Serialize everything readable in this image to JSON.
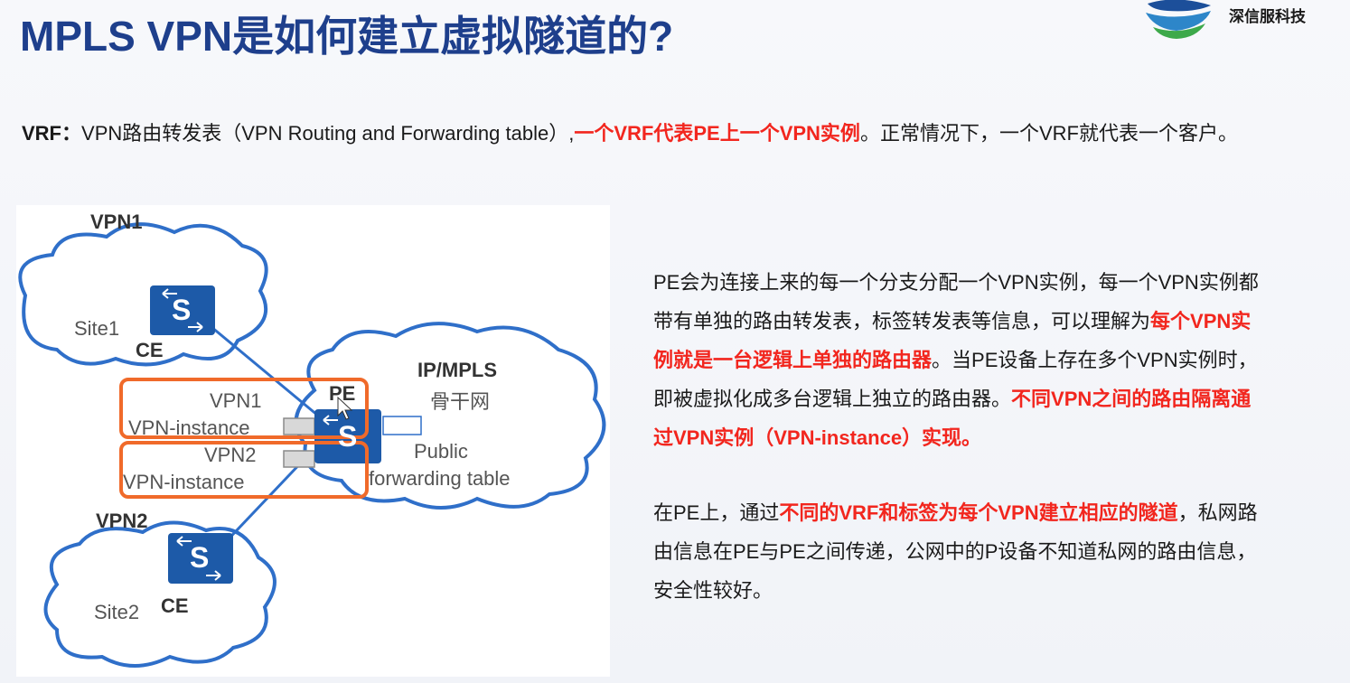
{
  "title": "MPLS VPN是如何建立虚拟隧道的?",
  "logo": {
    "name": "深信服科技",
    "icon": "sangfor-globe-logo"
  },
  "vrf": {
    "term": "VRF",
    "colon": "：",
    "definition": "VPN路由转发表（VPN Routing and Forwarding table）,",
    "highlight": "一个VRF代表PE上一个VPN实例",
    "rest": "。正常情况下，一个VRF就代表一个客户。"
  },
  "diagram": {
    "vpn1_title": "VPN1",
    "vpn2_title": "VPN2",
    "site1": "Site1",
    "site2": "Site2",
    "ce1": "CE",
    "ce2": "CE",
    "backbone_line1": "IP/MPLS",
    "backbone_line2": "骨干网",
    "pe": "PE",
    "vpn1_instance_line1": "VPN1",
    "vpn1_instance_line2": "VPN-instance",
    "vpn2_instance_line1": "VPN2",
    "vpn2_instance_line2": "VPN-instance",
    "public_line1": "Public",
    "public_line2": "forwarding table",
    "router_glyph": "S",
    "colors": {
      "cloud_stroke": "#2f6fc9",
      "router_fill": "#1d5aa8",
      "highlight_box": "#f06a2a"
    }
  },
  "paragraph1": {
    "line1": "PE会为连接上来的每一个分支分配一个VPN实例，每一个VPN实例都",
    "line2_plain": "带有单独的路由转发表，标签转发表等信息，可以理解为",
    "line2_red": "每个VPN实",
    "line3_red": "例就是一台逻辑上单独的路由器",
    "line3_plain": "。当PE设备上存在多个VPN实例时，",
    "line4_plain": "即被虚拟化成多台逻辑上独立的路由器。",
    "line4_red": "不同VPN之间的路由隔离通",
    "line5_red": "过VPN实例（VPN-instance）实现。"
  },
  "paragraph2": {
    "line1_plain_a": "在PE上，通过",
    "line1_red": "不同的VRF和标签为每个VPN建立相应的隧道",
    "line1_plain_b": "，私网路",
    "line2": "由信息在PE与PE之间传递，公网中的P设备不知道私网的路由信息，",
    "line3": "安全性较好。"
  }
}
